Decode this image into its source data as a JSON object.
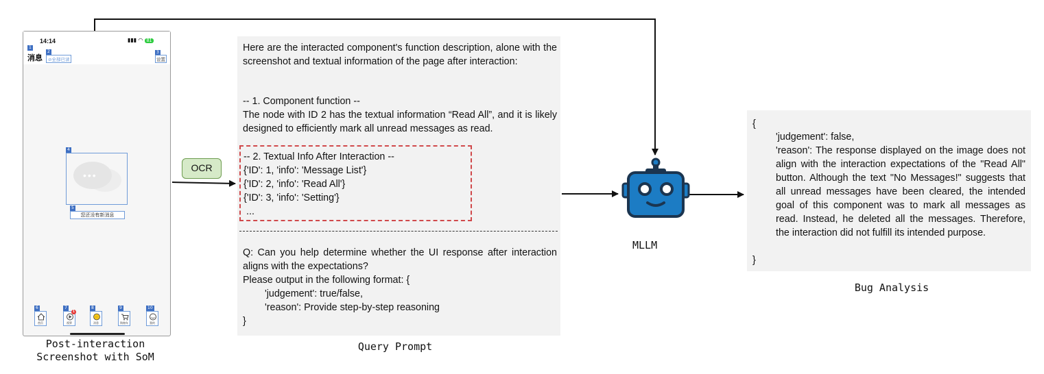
{
  "phone": {
    "time": "14:14",
    "battery": "81",
    "title": "消息",
    "read_all": "全部已读",
    "settings": "设置",
    "empty_text": "您还没有新消息",
    "tabs": [
      "首页",
      "视界",
      "消息",
      "购物车",
      "我的"
    ],
    "som_numbers": [
      "1",
      "2",
      "3",
      "4",
      "5",
      "6",
      "7",
      "8",
      "9",
      "10"
    ],
    "badge_count": "1",
    "caption": "Post-interaction Screenshot with SoM"
  },
  "ocr_label": "OCR",
  "prompt": {
    "intro": "Here are the interacted component's function description, alone with the screenshot and textual information of the page after interaction:",
    "component_heading": "-- 1. Component function --",
    "component_body": "The node with ID 2 has the textual information “Read All”, and it is likely designed to efficiently mark all unread messages as read.",
    "textual_heading": "-- 2. Textual Info After Interaction --",
    "textual_items": [
      "{'ID': 1, 'info': 'Message List'}",
      "{'ID': 2, 'info': 'Read All'}",
      "{'ID': 3, 'info': 'Setting'}",
      "..."
    ],
    "question": "Q: Can you help determine whether the UI response after interaction aligns with the expectations?",
    "format_intro": "Please output in the following format: {",
    "format_judgement": "'judgement': true/false,",
    "format_reason": "'reason': Provide step-by-step reasoning",
    "format_close": "}",
    "caption": "Query Prompt"
  },
  "mllm": {
    "label": "MLLM"
  },
  "output": {
    "open": "{",
    "judgement": "'judgement': false,",
    "reason": "'reason': The response displayed on the image does not align with the interaction expectations of the \"Read All\" button. Although the text \"No Messages!\" suggests that all unread messages have been cleared, the intended goal of this component was to mark all messages as read. Instead, he deleted all the messages. Therefore, the interaction did not fulfill its intended purpose.",
    "close": "}",
    "caption": "Bug Analysis"
  },
  "colors": {
    "robot_blue": "#1c7cc4",
    "robot_dark": "#1b3550",
    "ocr_green": "#d6eac8",
    "dashed_red": "#d0484a",
    "som_blue": "#3e6fc2"
  }
}
